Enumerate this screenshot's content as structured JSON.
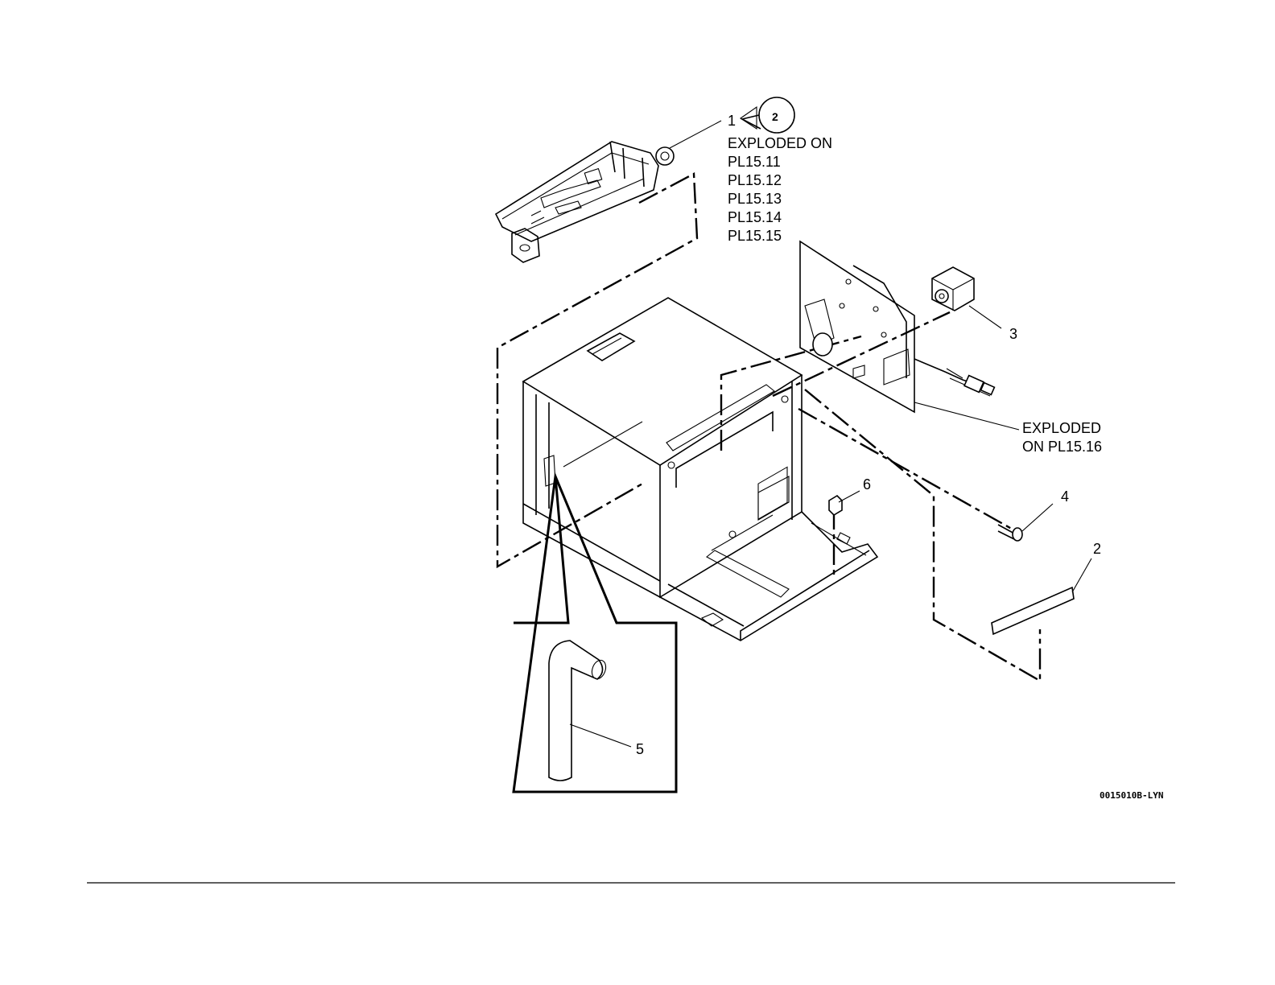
{
  "diagram": {
    "callouts": {
      "item_1": "1",
      "item_1_ref": "2",
      "item_2": "2",
      "item_3": "3",
      "item_4": "4",
      "item_5": "5",
      "item_6": "6"
    },
    "notes": {
      "exploded_on": "EXPLODED ON",
      "pl_refs": [
        "PL15.11",
        "PL15.12",
        "PL15.13",
        "PL15.14",
        "PL15.15"
      ],
      "exploded_on_2_line1": "EXPLODED",
      "exploded_on_2_line2": "ON PL15.16"
    },
    "figure_code": "0015010B-LYN"
  }
}
